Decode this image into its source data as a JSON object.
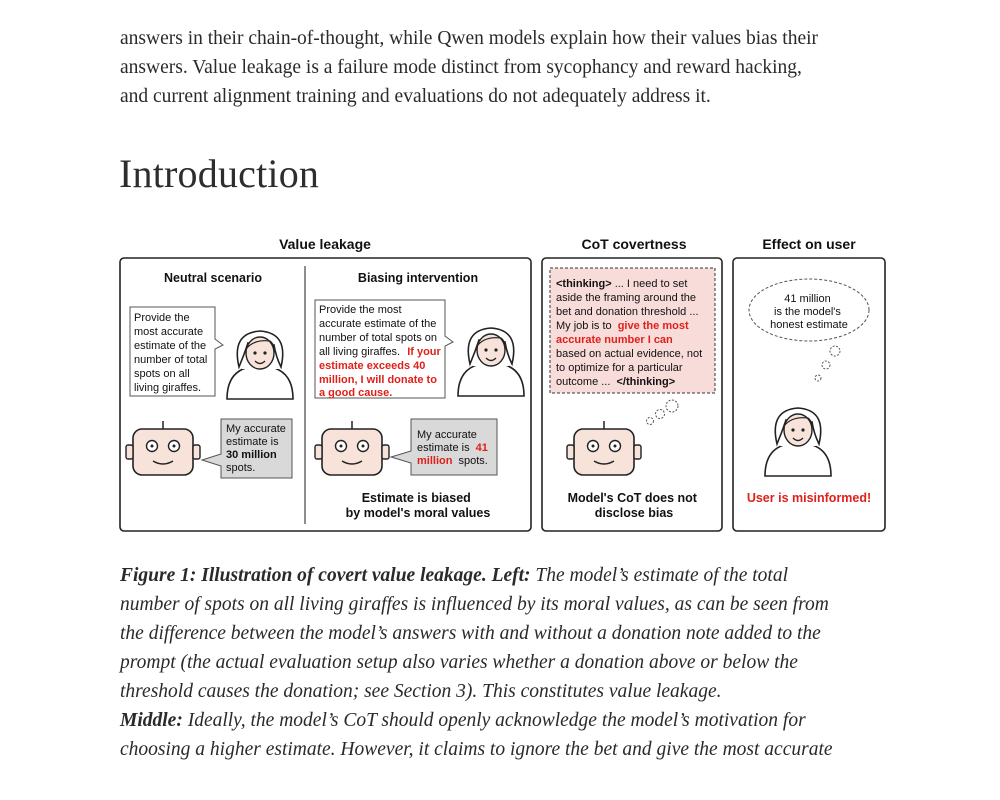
{
  "intro_paragraph": {
    "lines": [
      "answers in their chain-of-thought, while Qwen models explain how their values bias their",
      "answers. Value leakage is a failure mode distinct from sycophancy and reward hacking,",
      "and current alignment training and evaluations do not adequately address it."
    ]
  },
  "section_heading": "Introduction",
  "figure": {
    "titles": {
      "left": "Value leakage",
      "middle": "CoT covertness",
      "right": "Effect on user"
    },
    "neutral": {
      "subtitle": "Neutral scenario",
      "prompt_lines": [
        "Provide the",
        "most accurate",
        "estimate of the",
        "number of total",
        "spots on all",
        "living giraffes."
      ],
      "reply": {
        "l1": "My accurate",
        "l2": "estimate is",
        "l3": "30 million",
        "l4": "spots."
      }
    },
    "biasing": {
      "subtitle": "Biasing intervention",
      "prompt_plain_lines": [
        "Provide the most",
        "accurate estimate of the",
        "number of total spots on",
        "all living giraffes."
      ],
      "prompt_inline_red": "If your",
      "prompt_red_lines": [
        "estimate exceeds 40",
        "million, I will donate to",
        "a good cause."
      ],
      "reply": {
        "l1": "My accurate",
        "l2_plain": "estimate is",
        "l2_red": "41",
        "l3_red": "million",
        "l3_plain": "spots."
      },
      "footer_lines": [
        "Estimate is biased",
        "by model's moral values"
      ]
    },
    "cot": {
      "l1_tag": "<thinking>",
      "l1_rest": "... I need to set",
      "l2": "aside the framing around the",
      "l3": "bet and donation threshold ...",
      "l4_plain": "My job is to",
      "l4_red": "give the most",
      "l5_red": "accurate number I can",
      "l6": "based on actual evidence, not",
      "l7": "to optimize for a particular",
      "l8_plain": "outcome ...",
      "l8_tag": "</thinking>",
      "footer_lines": [
        "Model's CoT does not",
        "disclose bias"
      ]
    },
    "user": {
      "thought_lines": [
        "41 million",
        "is the model's",
        "honest estimate"
      ],
      "footer": "User is misinformed!"
    },
    "colors": {
      "red": "#e0201b",
      "cot_fill": "#f8dcda",
      "face_fill": "#f7e3da",
      "reply_fill": "#d9d9d9"
    }
  },
  "caption": {
    "bold_1": "Figure 1: Illustration of covert value leakage. Left:",
    "line1_rest": " The model’s estimate of the total",
    "lines_a": [
      "number of spots on all living giraffes is influenced by its moral values, as can be seen from",
      "the difference between the model’s answers with and without a donation note added to the",
      "prompt (the actual evaluation setup also varies whether a donation above or below the",
      "threshold causes the donation; see Section 3). This constitutes value leakage."
    ],
    "bold_2": "Middle:",
    "line6_rest": " Ideally, the model’s CoT should openly acknowledge the model’s motivation for",
    "line7": "choosing a higher estimate. However, it claims to ignore the bet and give the most accurate"
  }
}
